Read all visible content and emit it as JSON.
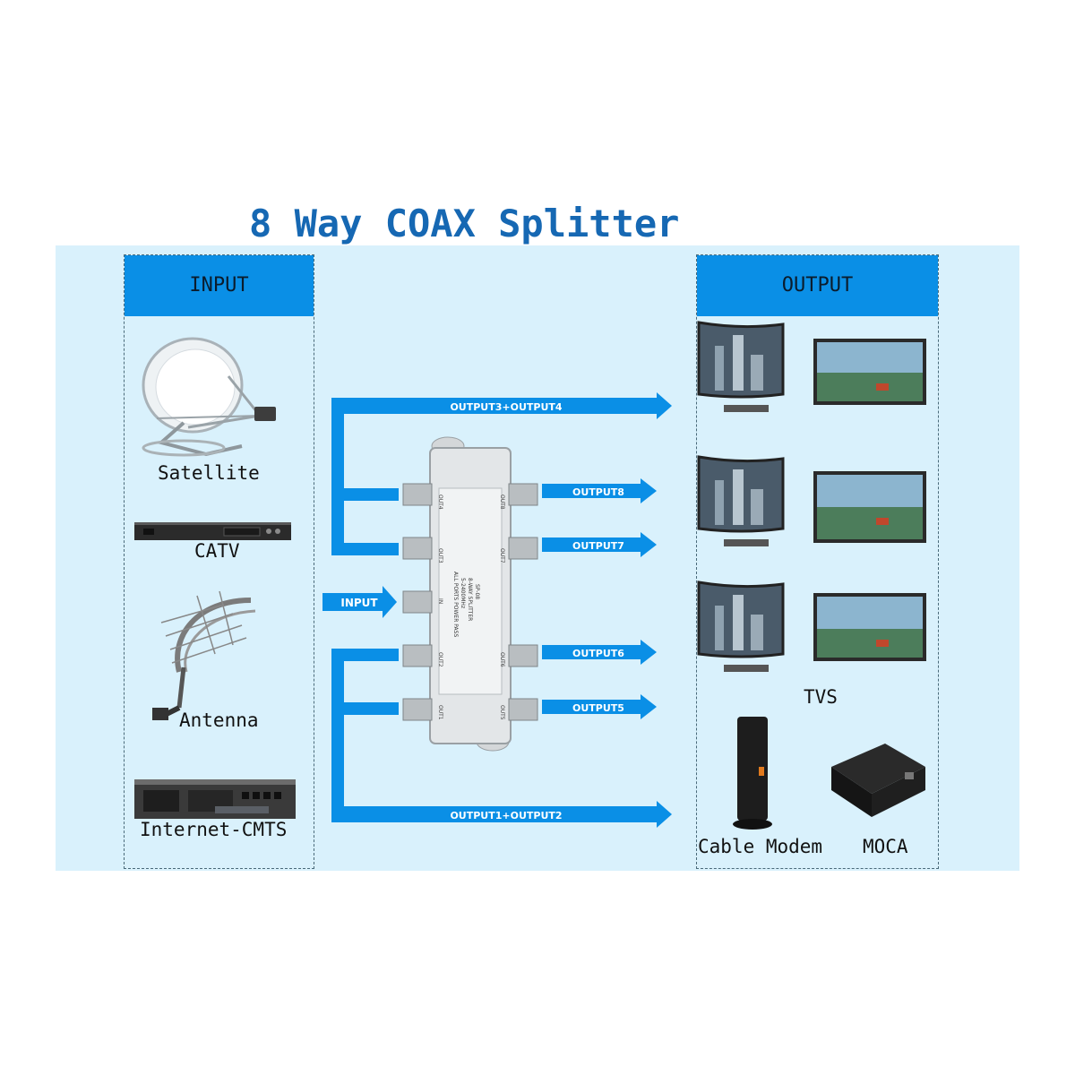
{
  "title": "8 Way COAX Splitter",
  "input_panel": {
    "header": "INPUT",
    "sources": [
      {
        "label": "Satellite",
        "icon": "satellite-dish-icon"
      },
      {
        "label": "CATV",
        "icon": "rack-receiver-icon"
      },
      {
        "label": "Antenna",
        "icon": "yagi-antenna-icon"
      },
      {
        "label": "Internet-CMTS",
        "icon": "cmts-router-icon"
      }
    ]
  },
  "output_panel": {
    "header": "OUTPUT",
    "tvs_label": "TVS",
    "cable_modem_label": "Cable Modem",
    "moca_label": "MOCA"
  },
  "splitter": {
    "input_label": "INPUT",
    "outputs": {
      "output3_4": "OUTPUT3+OUTPUT4",
      "output8": "OUTPUT8",
      "output7": "OUTPUT7",
      "output6": "OUTPUT6",
      "output5": "OUTPUT5",
      "output1_2": "OUTPUT1+OUTPUT2"
    },
    "port_labels": [
      "OUT4",
      "OUT3",
      "IN",
      "OUT2",
      "OUT1",
      "OUT8",
      "OUT7",
      "OUT6",
      "OUT5"
    ],
    "body_text": [
      "SP-08",
      "8-WAY SPLITTER",
      "5-2400MHz",
      "ALL PORTS POWER PASS"
    ]
  },
  "colors": {
    "title": "#1668b3",
    "header_bg": "#0a8fe6",
    "panel_bg": "#d9f1fc",
    "arrow": "#0a8fe6"
  }
}
